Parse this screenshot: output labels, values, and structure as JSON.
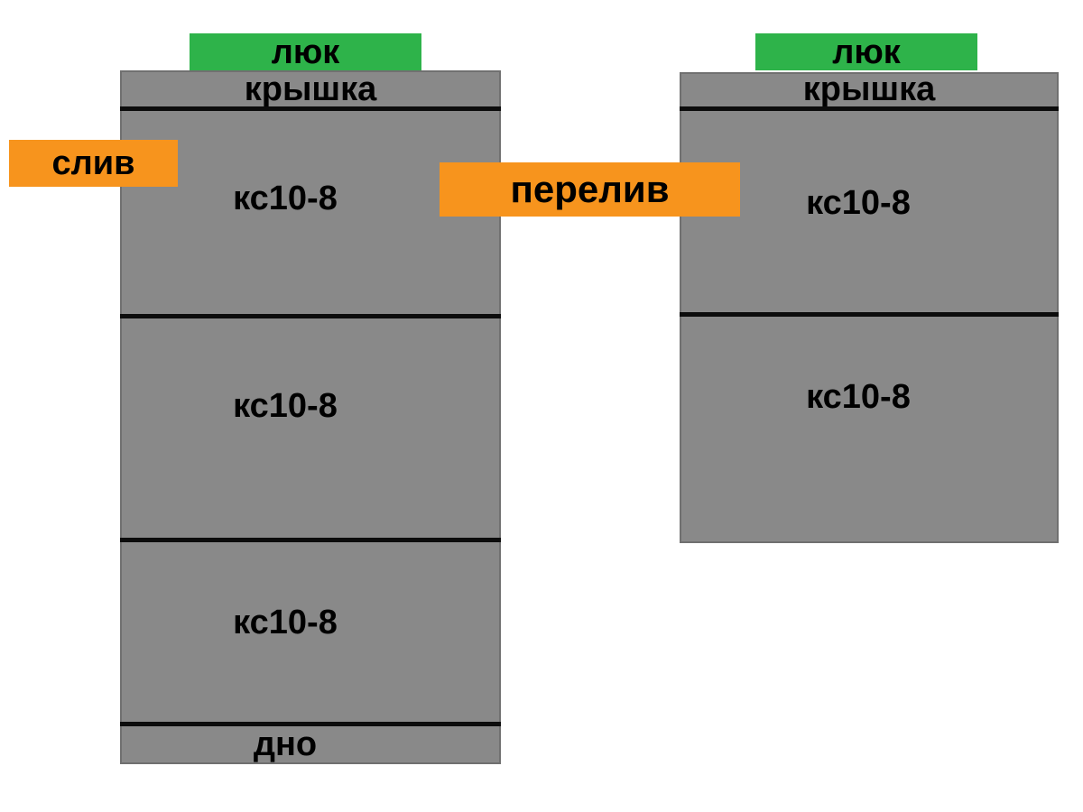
{
  "colors": {
    "background": "#ffffff",
    "tank_gray": "#898989",
    "tank_border": "#707070",
    "hatch_green": "#2eb34a",
    "label_orange": "#f7941d",
    "seam_black": "#0c0c0c",
    "text": "#000000"
  },
  "left_assembly": {
    "hatch_label": "люк",
    "cover_label": "крышка",
    "ring_labels": [
      "кс10-8",
      "кс10-8",
      "кс10-8"
    ],
    "bottom_label": "дно",
    "drain_label": "слив"
  },
  "right_assembly": {
    "hatch_label": "люк",
    "cover_label": "крышка",
    "ring_labels": [
      "кс10-8",
      "кс10-8"
    ]
  },
  "overflow_label": "перелив"
}
